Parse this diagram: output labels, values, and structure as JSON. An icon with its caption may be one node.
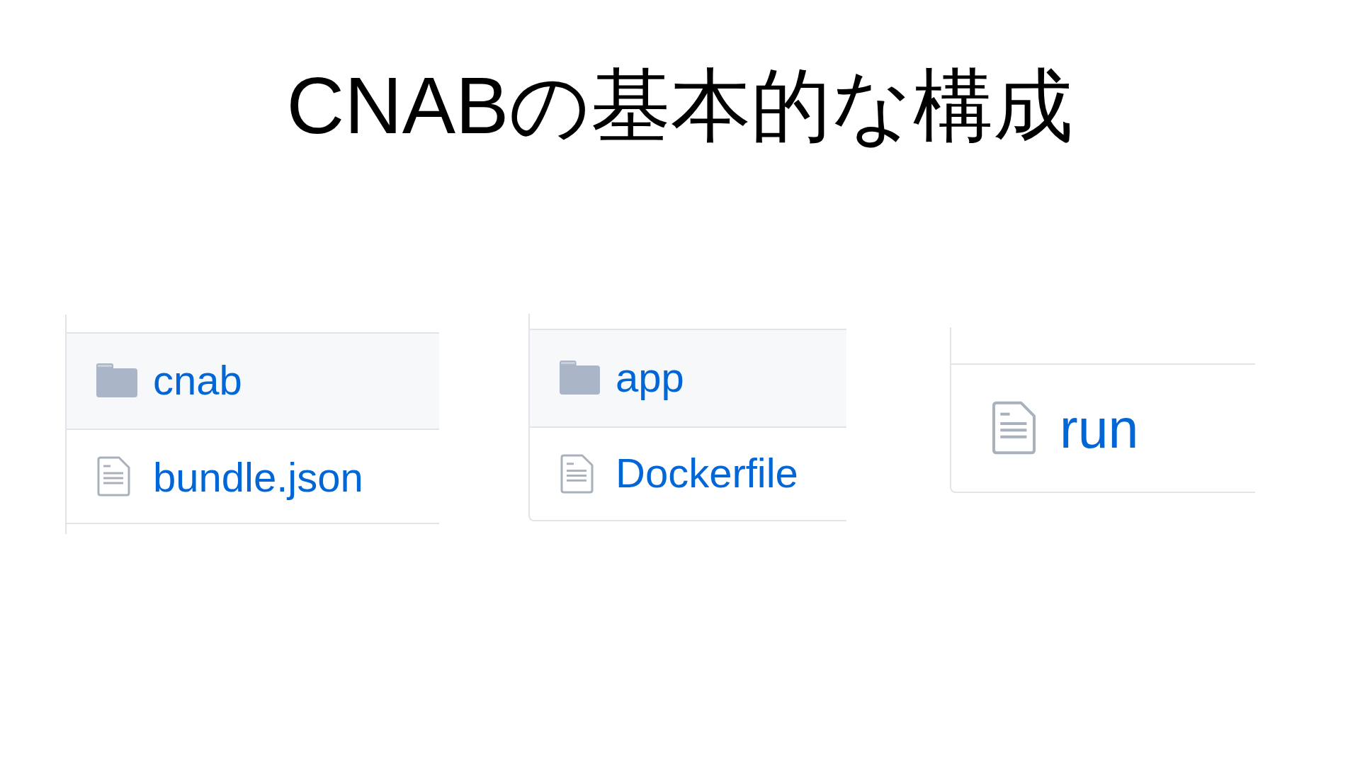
{
  "diagram": {
    "title": "CNABの基本的な構成",
    "nodes": [
      {
        "text": [],
        "shape": "box"
      },
      {
        "text": [
          "cnab"
        ],
        "in": 0
      },
      {
        "text": [
          "bundle.json"
        ],
        "in": 0
      },
      {
        "text": [],
        "shape": "box"
      },
      {
        "text": [
          "app"
        ],
        "in": 3
      },
      {
        "text": [
          "Dockerfile"
        ],
        "in": 3
      },
      {
        "text": [],
        "shape": "box"
      },
      {
        "text": [
          "run"
        ],
        "in": 6
      }
    ]
  }
}
